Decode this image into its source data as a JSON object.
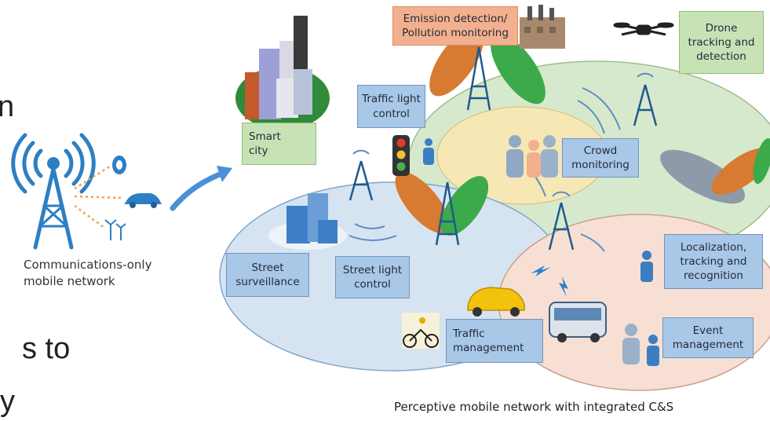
{
  "slide_text_fragments": [
    "n",
    "s to",
    "y"
  ],
  "left_caption": "Communications-only\nmobile network",
  "bottom_caption": "Perceptive mobile network with integrated C&S",
  "labels": {
    "emission": "Emission detection/\nPollution monitoring",
    "drone": "Drone\ntracking and\ndetection",
    "smart_city": "Smart\ncity",
    "traffic_light": "Traffic light\ncontrol",
    "crowd": "Crowd\nmonitoring",
    "street_surveillance": "Street\nsurveillance",
    "street_light": "Street light\ncontrol",
    "localization": "Localization,\ntracking and\nrecognition",
    "traffic_mgmt": "Traffic\nmanagement",
    "event_mgmt": "Event\nmanagement"
  },
  "colors": {
    "tower": "#2d7fc4",
    "blue_label": "#a9c7e6",
    "green_label": "#c7e3b6",
    "salmon_label": "#f3b08f"
  }
}
